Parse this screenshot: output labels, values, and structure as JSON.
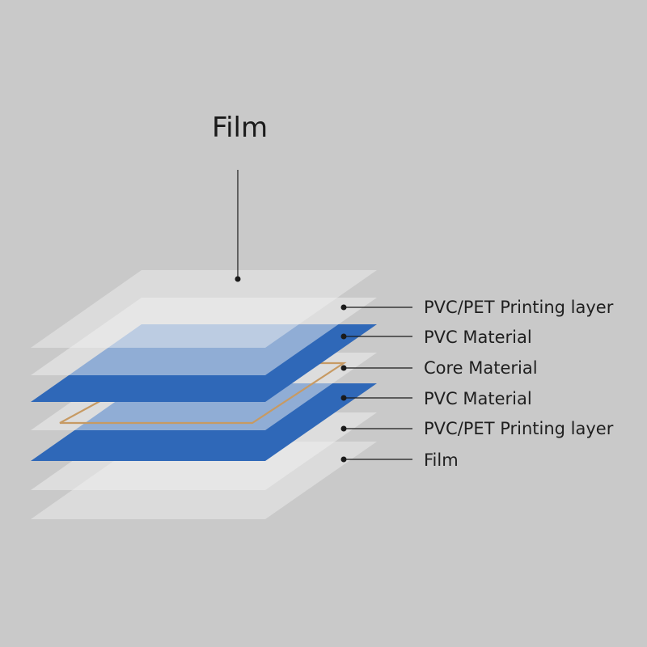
{
  "diagram": {
    "title": "Film",
    "colors": {
      "background": "#c9c9c9",
      "film": "#f2f2f2",
      "pvc_material": "#2f68b8",
      "core_inlay": "#c79a63",
      "leader": "#1a1a1a"
    },
    "layers": [
      {
        "name": "Film",
        "kind": "film"
      },
      {
        "name": "PVC/PET Printing layer",
        "kind": "printing"
      },
      {
        "name": "PVC Material",
        "kind": "pvc"
      },
      {
        "name": "Core Material",
        "kind": "core"
      },
      {
        "name": "PVC Material",
        "kind": "pvc"
      },
      {
        "name": "PVC/PET Printing layer",
        "kind": "printing"
      },
      {
        "name": "Film",
        "kind": "film"
      }
    ],
    "labels": [
      "PVC/PET Printing layer",
      "PVC Material",
      "Core Material",
      "PVC Material",
      "PVC/PET Printing layer",
      "Film"
    ]
  }
}
